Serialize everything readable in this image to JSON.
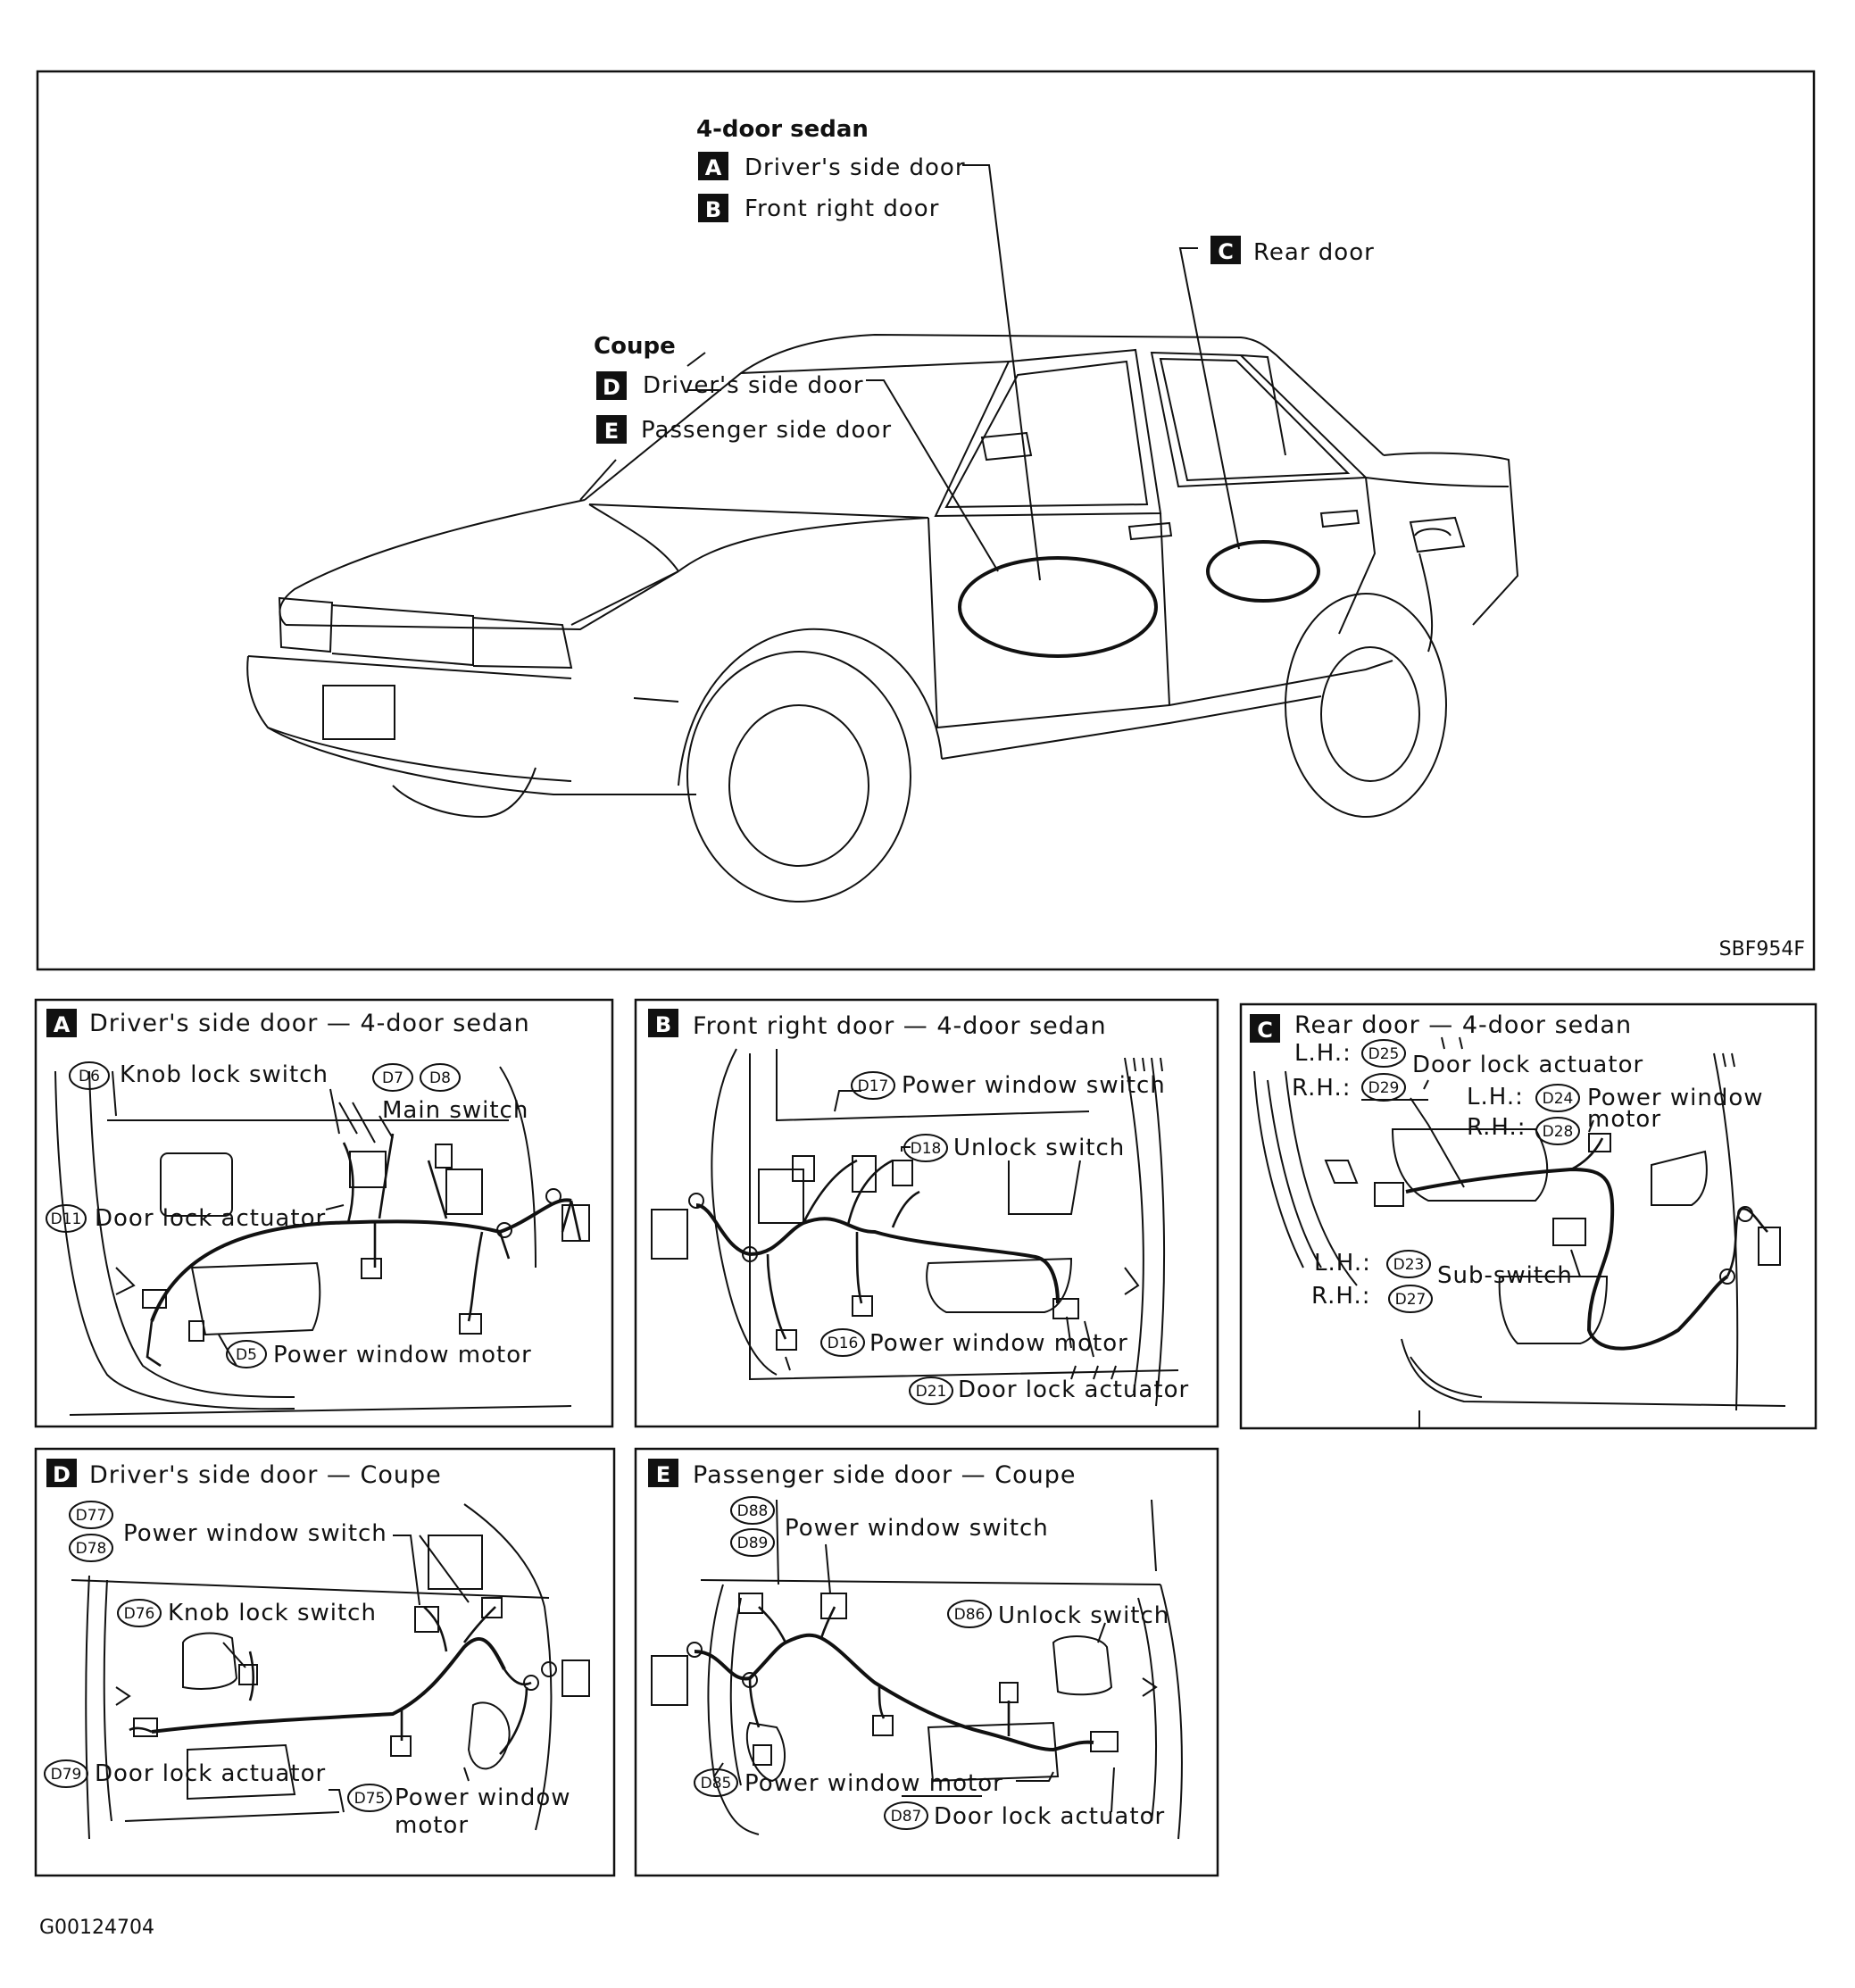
{
  "overview": {
    "sedan_heading": "4-door sedan",
    "coupe_heading": "Coupe",
    "items": [
      {
        "letter": "A",
        "label": "Driver's side door"
      },
      {
        "letter": "B",
        "label": "Front right door"
      },
      {
        "letter": "C",
        "label": "Rear door"
      },
      {
        "letter": "D",
        "label": "Driver's side door"
      },
      {
        "letter": "E",
        "label": "Passenger side door"
      }
    ],
    "figure_code": "SBF954F"
  },
  "panels": {
    "A": {
      "letter": "A",
      "title": "Driver's side door — 4-door sedan",
      "labels": {
        "knob": "Knob lock switch",
        "main": "Main switch",
        "dla": "Door lock actuator",
        "pwm": "Power window motor"
      },
      "connectors": {
        "c1": "D6",
        "c2": "D7",
        "c3": "D8",
        "c4": "D11",
        "c5": "D5"
      }
    },
    "B": {
      "letter": "B",
      "title": "Front right door — 4-door sedan",
      "labels": {
        "pws": "Power window switch",
        "unlock": "Unlock switch",
        "pwm": "Power window motor",
        "dla": "Door lock actuator"
      },
      "connectors": {
        "c1": "D17",
        "c2": "D18",
        "c3": "D16",
        "c4": "D21"
      }
    },
    "C": {
      "letter": "C",
      "title": "Rear door — 4-door sedan",
      "labels": {
        "lh": "L.H.:",
        "rh": "R.H.:",
        "dla": "Door lock actuator",
        "lh2": "L.H.:",
        "rh2": "R.H.:",
        "pw1": "Power window",
        "pw2": "motor",
        "lh3": "L.H.:",
        "rh3": "R.H.:",
        "sub": "Sub-switch"
      },
      "connectors": {
        "c1": "D25",
        "c2": "D29",
        "c3": "D24",
        "c4": "D28",
        "c5": "D23",
        "c6": "D27"
      }
    },
    "D": {
      "letter": "D",
      "title": "Driver's side door — Coupe",
      "labels": {
        "pws": "Power window switch",
        "knob": "Knob lock switch",
        "dla": "Door lock actuator",
        "pw1": "Power window",
        "pw2": "motor"
      },
      "connectors": {
        "c1": "D77",
        "c2": "D78",
        "c3": "D76",
        "c4": "D79",
        "c5": "D75"
      }
    },
    "E": {
      "letter": "E",
      "title": "Passenger side door — Coupe",
      "labels": {
        "pws": "Power window switch",
        "unlock": "Unlock switch",
        "pwm": "Power window motor",
        "dla": "Door lock actuator"
      },
      "connectors": {
        "c1": "D88",
        "c2": "D89",
        "c3": "D86",
        "c4": "D85",
        "c5": "D87"
      }
    }
  },
  "footer_code": "G00124704"
}
